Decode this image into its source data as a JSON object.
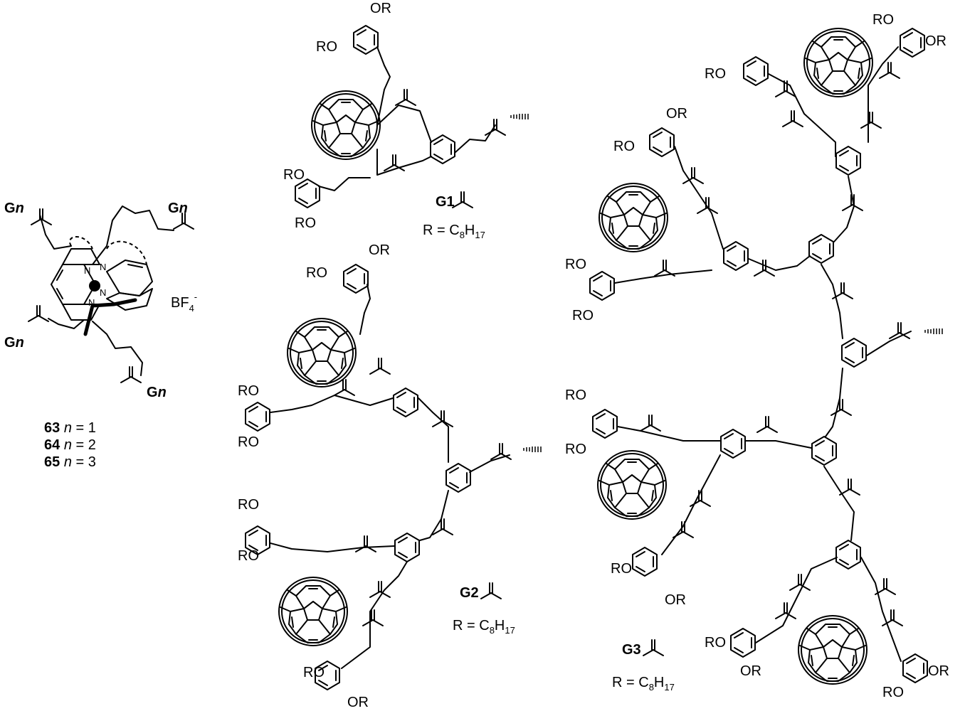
{
  "complex": {
    "arm_label": "Gn",
    "arm_letter": "G",
    "arm_n": "n",
    "counterion_main": "BF",
    "counterion_sub": "4",
    "counterion_sup": "-",
    "compounds": [
      {
        "num": "63",
        "n": "n",
        "eq": " = 1"
      },
      {
        "num": "64",
        "n": "n",
        "eq": " = 2"
      },
      {
        "num": "65",
        "n": "n",
        "eq": " = 3"
      }
    ],
    "atom_N": "N"
  },
  "groups": {
    "ro": "RO",
    "or": "OR",
    "oxygen": "O",
    "g1": {
      "label": "G1"
    },
    "g2": {
      "label": "G2"
    },
    "g3": {
      "label": "G3"
    },
    "r_def": {
      "prefix": "R = C",
      "sub1": "8",
      "mid": "H",
      "sub2": "17"
    }
  }
}
